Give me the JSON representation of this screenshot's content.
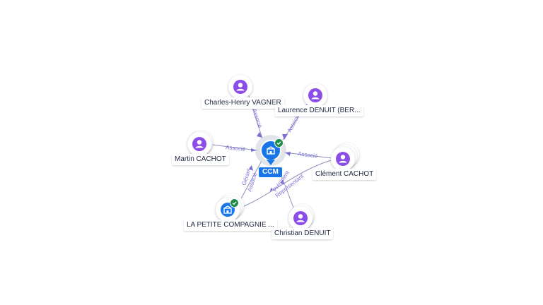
{
  "center": {
    "label": "CCM",
    "verified": true,
    "icon": "building-icon"
  },
  "nodes": [
    {
      "id": "charles",
      "label": "Charles-Henry VAGNER",
      "kind": "person"
    },
    {
      "id": "laurence",
      "label": "Laurence DENUIT (BER...",
      "kind": "person"
    },
    {
      "id": "martin",
      "label": "Martin CACHOT",
      "kind": "person"
    },
    {
      "id": "clement",
      "label": "Clément CACHOT",
      "kind": "person"
    },
    {
      "id": "company",
      "label": "LA PETITE COMPAGNIE ...",
      "kind": "company",
      "verified": true
    },
    {
      "id": "christian",
      "label": "Christian DENUIT",
      "kind": "person"
    }
  ],
  "edges": {
    "charles": "Associé",
    "laurence": "Associé",
    "martin": "Associé",
    "clement": "Associé",
    "company_a": "Gérant",
    "company_b": "Associé",
    "christian_a": "Président",
    "christian_b": "Représentant"
  },
  "colors": {
    "person": "#8a4de8",
    "company": "#1976e8",
    "verified": "#1e8a4a",
    "edge_label": "#7b6fd6"
  }
}
